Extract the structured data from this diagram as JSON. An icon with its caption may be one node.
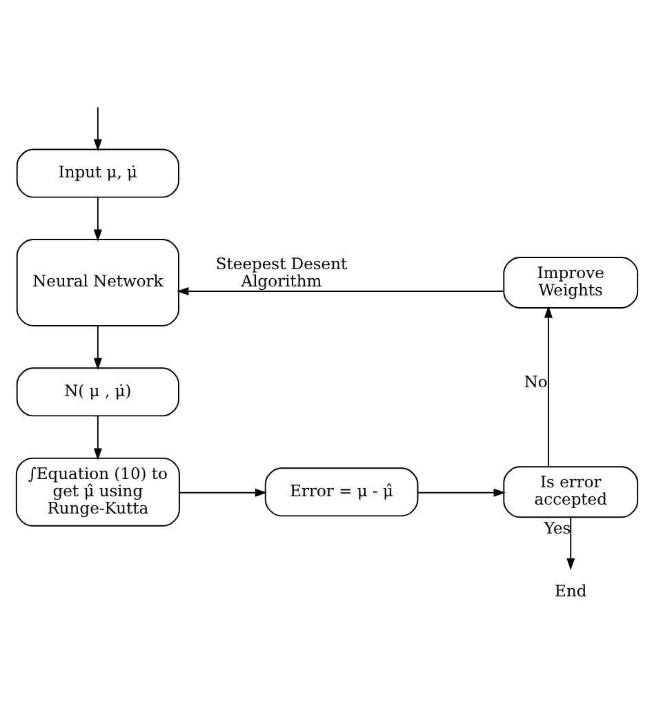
{
  "diagram": {
    "nodes": [
      {
        "text": [
          "Input μ, μ̇"
        ]
      },
      {
        "text": [
          "Neural Network"
        ]
      },
      {
        "text": [
          "N( μ , μ̇)"
        ]
      },
      {
        "text": [
          "∫Equation (10) to get μ̂ using Runge-Kutta"
        ]
      },
      {
        "text": [
          "Error = μ - μ̂"
        ]
      },
      {
        "text": [
          "Is error accepted"
        ]
      },
      {
        "text": [
          "Improve Weights"
        ]
      },
      {
        "text": [
          "End"
        ]
      }
    ],
    "edges": [
      {
        "from": null,
        "to": 0,
        "arrow": "to"
      },
      {
        "from": 0,
        "to": 1,
        "arrow": "to"
      },
      {
        "from": 1,
        "to": 2,
        "arrow": "to"
      },
      {
        "from": 2,
        "to": 3,
        "arrow": "to"
      },
      {
        "from": 3,
        "to": 4,
        "arrow": "to"
      },
      {
        "from": 4,
        "to": 5,
        "arrow": "to"
      },
      {
        "from": 5,
        "to": 6,
        "arrow": "to",
        "label": "No"
      },
      {
        "from": 6,
        "to": 1,
        "arrow": "to",
        "label": "Steepest Desent Algorithm"
      },
      {
        "from": 5,
        "to": 7,
        "arrow": "to",
        "label": "Yes"
      }
    ]
  }
}
